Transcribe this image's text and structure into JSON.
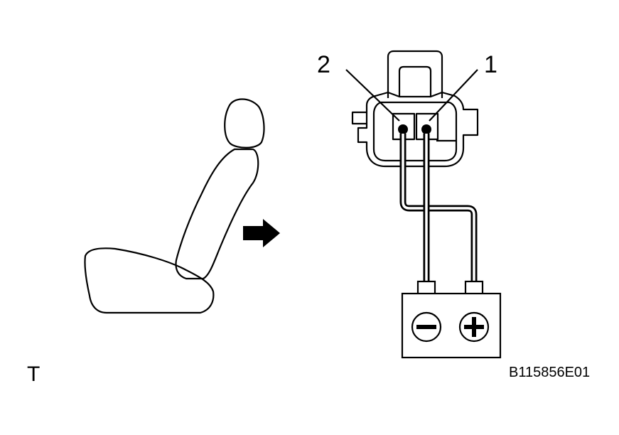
{
  "labels": {
    "pin_2": "2",
    "pin_1": "1",
    "corner": "T",
    "figure_code": "B115856E01"
  },
  "colors": {
    "stroke": "#000000",
    "background": "#ffffff"
  },
  "icons": {
    "seat": "seat-icon",
    "arrow": "arrow-right-icon",
    "connector": "connector-icon",
    "battery": "battery-icon",
    "minus": "minus-terminal-icon",
    "plus": "plus-terminal-icon"
  }
}
